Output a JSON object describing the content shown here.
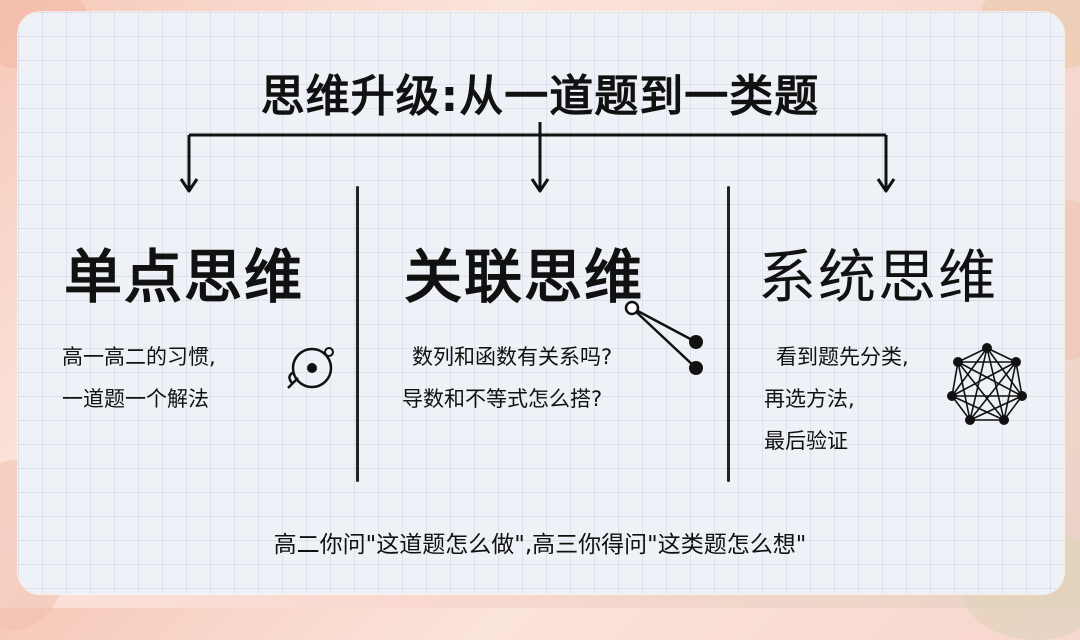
{
  "title": "思维升级:从一道题到一类题",
  "columns": [
    {
      "heading": "单点思维",
      "lines": [
        "高一高二的习惯,",
        "一道题一个解法"
      ],
      "icon": "single-point-orbit-icon"
    },
    {
      "heading": "关联思维",
      "lines": [
        "数列和函数有关系吗?",
        "导数和不等式怎么搭?"
      ],
      "icon": "linked-nodes-icon"
    },
    {
      "heading": "系统思维",
      "lines": [
        "看到题先分类,",
        "再选方法,",
        "最后验证"
      ],
      "icon": "network-graph-icon"
    }
  ],
  "footer": "高二你问\"这道题怎么做\",高三你得问\"这类题怎么想\""
}
